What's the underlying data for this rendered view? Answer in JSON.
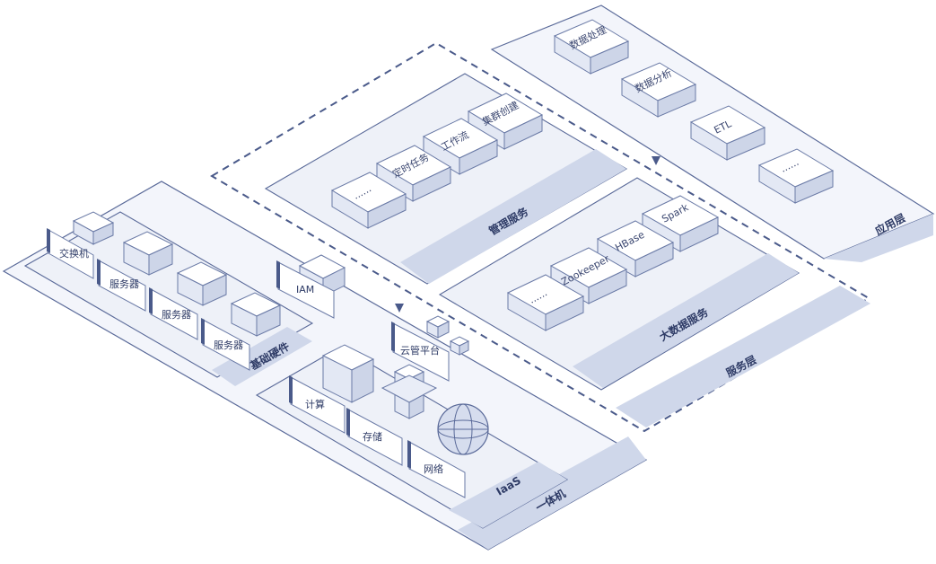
{
  "layers": {
    "app": {
      "label": "应用层",
      "items": [
        "数据处理",
        "数据分析",
        "ETL",
        "......"
      ]
    },
    "service": {
      "label": "服务层"
    },
    "mgmt": {
      "label": "管理服务",
      "items": [
        "集群创建",
        "工作流",
        "定时任务",
        "......"
      ]
    },
    "bigdata": {
      "label": "大数据服务",
      "items": [
        "Spark",
        "HBase",
        "Zookeeper",
        "......"
      ]
    },
    "appliance": {
      "label": "一体机"
    },
    "hardware": {
      "label": "基础硬件",
      "items": [
        "交换机",
        "服务器",
        "服务器",
        "服务器"
      ]
    },
    "iam": {
      "label": "IAM"
    },
    "cloud": {
      "label": "云管平台"
    },
    "iaas": {
      "label": "IaaS",
      "items": [
        "计算",
        "存储",
        "网络"
      ]
    }
  },
  "colors": {
    "outline": "#5a6a99",
    "stripe": "#cfd7ea",
    "accent": "#4a5a8a"
  }
}
